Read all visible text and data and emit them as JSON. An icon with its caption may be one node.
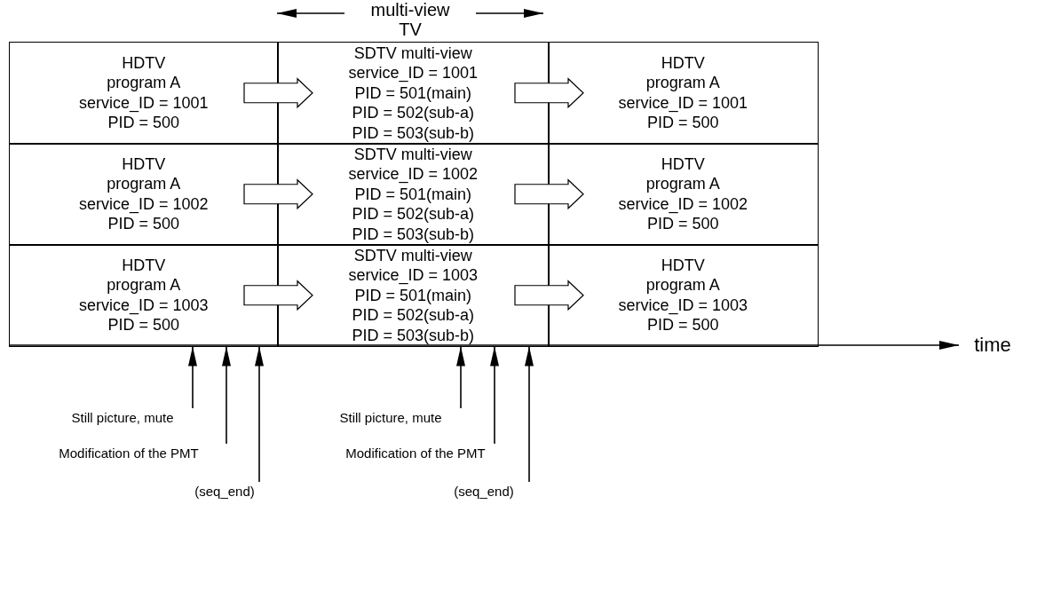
{
  "diagram": {
    "nodes": [
      {
        "text": [
          "HDTV",
          "program A",
          "service_ID = 1001",
          "PID = 500"
        ]
      },
      {
        "text": [
          "SDTV multi-view",
          "service_ID = 1001",
          "PID = 501(main)",
          "PID = 502(sub-a)",
          "PID = 503(sub-b)"
        ]
      },
      {
        "text": [
          "HDTV",
          "program A",
          "service_ID = 1001",
          "PID = 500"
        ]
      },
      {
        "text": [
          "HDTV",
          "program A",
          "service_ID = 1002",
          "PID = 500"
        ]
      },
      {
        "text": [
          "SDTV multi-view",
          "service_ID = 1002",
          "PID = 501(main)",
          "PID = 502(sub-a)",
          "PID = 503(sub-b)"
        ]
      },
      {
        "text": [
          "HDTV",
          "program A",
          "service_ID = 1002",
          "PID = 500"
        ]
      },
      {
        "text": [
          "HDTV",
          "program A",
          "service_ID = 1003",
          "PID = 500"
        ]
      },
      {
        "text": [
          "SDTV multi-view",
          "service_ID = 1003",
          "PID = 501(main)",
          "PID = 502(sub-a)",
          "PID = 503(sub-b)"
        ]
      },
      {
        "text": [
          "HDTV",
          "program A",
          "service_ID = 1003",
          "PID = 500"
        ]
      },
      {
        "text": [
          "Still picture, mute"
        ]
      },
      {
        "text": [
          "Modification of the PMT"
        ]
      },
      {
        "text": [
          "(seq_end)"
        ]
      },
      {
        "text": [
          "Still picture, mute"
        ]
      },
      {
        "text": [
          "Modification of the PMT"
        ]
      },
      {
        "text": [
          "(seq_end)"
        ]
      }
    ],
    "edges": [
      {
        "from": 0,
        "to": 1,
        "arrow": "to"
      },
      {
        "from": 1,
        "to": 2,
        "arrow": "to"
      },
      {
        "from": 3,
        "to": 4,
        "arrow": "to"
      },
      {
        "from": 4,
        "to": 5,
        "arrow": "to"
      },
      {
        "from": 6,
        "to": 7,
        "arrow": "to"
      },
      {
        "from": 7,
        "to": 8,
        "arrow": "to"
      },
      {
        "from": 9,
        "to": 6,
        "arrow": "to"
      },
      {
        "from": 10,
        "to": 6,
        "arrow": "to"
      },
      {
        "from": 11,
        "to": 6,
        "arrow": "to"
      },
      {
        "from": 12,
        "to": 7,
        "arrow": "to"
      },
      {
        "from": 13,
        "to": 7,
        "arrow": "to"
      },
      {
        "from": 14,
        "to": 7,
        "arrow": "to"
      }
    ],
    "labels": [
      "multi-view TV",
      "time"
    ]
  }
}
